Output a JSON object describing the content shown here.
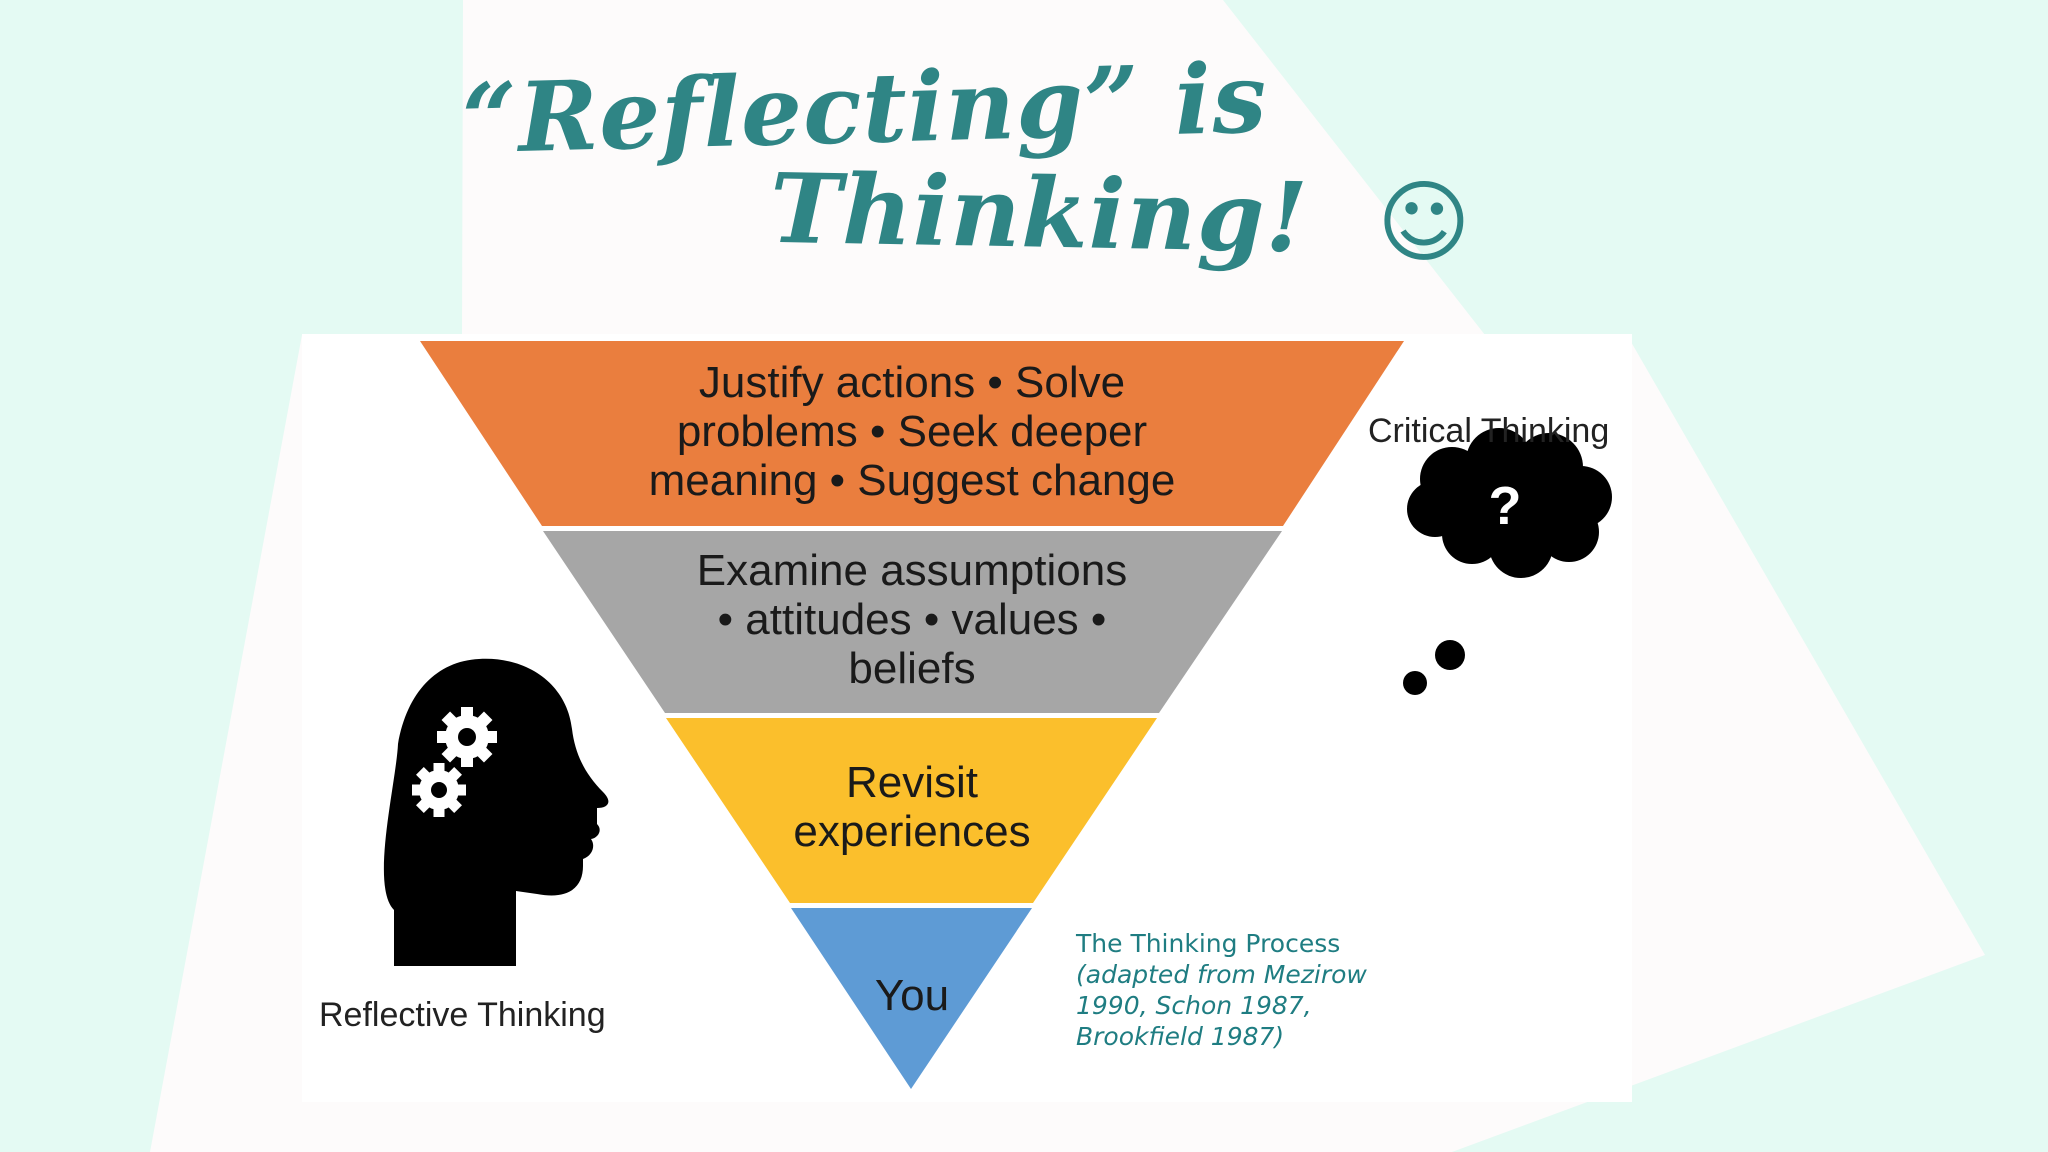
{
  "slide": {
    "title_line1": "“Reflecting” is",
    "title_line2": "Thinking!",
    "smiley": "☺"
  },
  "colors": {
    "background": "#e4faf3",
    "title": "#2f8585",
    "caption": "#1f7d82",
    "band_1": "#ea7e3e",
    "band_2": "#a6a6a6",
    "band_3": "#fbbf2c",
    "band_4": "#5e9bd5"
  },
  "pyramid": {
    "bands": [
      {
        "lines": [
          "Justify actions • Solve",
          "problems • Seek deeper",
          "meaning • Suggest change"
        ]
      },
      {
        "lines": [
          "Examine assumptions",
          "• attitudes • values •",
          "beliefs"
        ]
      },
      {
        "lines": [
          "Revisit",
          "experiences"
        ]
      },
      {
        "lines": [
          "You"
        ]
      }
    ]
  },
  "labels": {
    "critical": "Critical Thinking",
    "reflective": "Reflective Thinking"
  },
  "icons": {
    "thought": "thought-cloud-question-icon",
    "thought_mark": "?",
    "head": "head-gears-icon"
  },
  "caption": {
    "line1": "The Thinking Process",
    "line2": "(adapted from Mezirow",
    "line3": "1990, Schon 1987,",
    "line4": "Brookfield 1987)"
  }
}
